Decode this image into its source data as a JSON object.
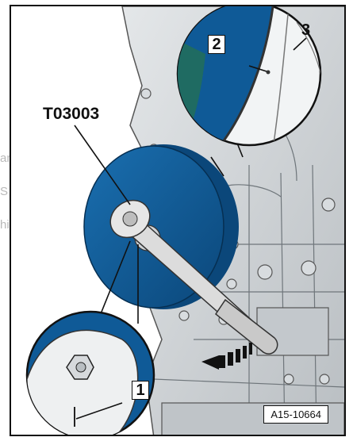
{
  "figure": {
    "tool_label": "T03003",
    "figure_id": "A15-10664",
    "callouts": [
      "1",
      "2",
      "3"
    ],
    "ghost_fragments": [
      "an",
      "S c",
      "hi"
    ]
  },
  "colors": {
    "tool_blue": "#0f5a97",
    "tool_blue_dark": "#0b477a",
    "engine_gray": "#cfd3d6",
    "engine_shadow": "#9aa0a5",
    "wrench": "#dcdcdc",
    "teal_slot": "#1f6b62",
    "arrow": "#111111"
  }
}
